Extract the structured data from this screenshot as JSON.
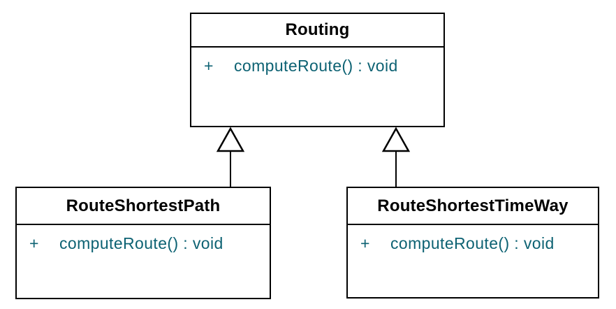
{
  "colors": {
    "background": "#ffffff",
    "line": "#000000",
    "class_name_text": "#000000",
    "member_text": "#0d6273"
  },
  "classes": [
    {
      "name": "Routing",
      "members": [
        {
          "visibility": "+",
          "signature": "computeRoute() : void"
        }
      ]
    },
    {
      "name": "RouteShortestPath",
      "members": [
        {
          "visibility": "+",
          "signature": "computeRoute() : void"
        }
      ]
    },
    {
      "name": "RouteShortestTimeWay",
      "members": [
        {
          "visibility": "+",
          "signature": "computeRoute() : void"
        }
      ]
    }
  ],
  "relations": [
    {
      "from": "RouteShortestPath",
      "to": "Routing",
      "type": "generalization"
    },
    {
      "from": "RouteShortestTimeWay",
      "to": "Routing",
      "type": "generalization"
    }
  ]
}
